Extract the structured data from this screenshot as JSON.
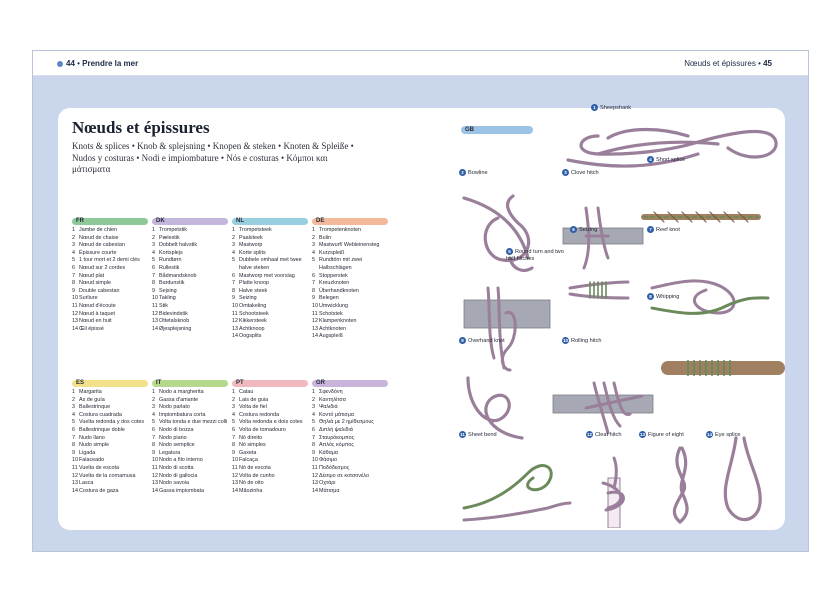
{
  "header": {
    "left_page_number": "44",
    "left_section": "Prendre la mer",
    "right_section": "Nœuds et épissures",
    "right_page_number": "45"
  },
  "title": "Nœuds et épissures",
  "subtitle": "Knots & splices • Knob & splejsning • Knopen & steken • Knoten & Spleiße • Nudos y costuras • Nodi e impiombature • Nós e costuras • Κόμποι και μάτισματα",
  "languages": [
    {
      "code": "FR",
      "color": "#8fc99a",
      "entries": [
        {
          "n": "1",
          "t": "Jambe de chien"
        },
        {
          "n": "2",
          "t": "Nœud de chaise"
        },
        {
          "n": "3",
          "t": "Nœud de cabestan"
        },
        {
          "n": "4",
          "t": "Épissure courte"
        },
        {
          "n": "5",
          "t": "1 tour mort et 2 demi clés"
        },
        {
          "n": "6",
          "t": "Nœud sur 2 cordes"
        },
        {
          "n": "7",
          "t": "Nœud plat"
        },
        {
          "n": "8",
          "t": "Nœud simple"
        },
        {
          "n": "9",
          "t": "Double cabestan"
        },
        {
          "n": "10",
          "t": "Surliure"
        },
        {
          "n": "11",
          "t": "Nœud d'écoute"
        },
        {
          "n": "12",
          "t": "Nœud à taquet"
        },
        {
          "n": "13",
          "t": "Nœud en huit"
        },
        {
          "n": "14",
          "t": "Œil épissé"
        }
      ]
    },
    {
      "code": "DK",
      "color": "#c2b6dc",
      "entries": [
        {
          "n": "1",
          "t": "Trompetstik"
        },
        {
          "n": "2",
          "t": "Pælestik"
        },
        {
          "n": "3",
          "t": "Dobbelt halvstik"
        },
        {
          "n": "4",
          "t": "Kortsplejs"
        },
        {
          "n": "5",
          "t": "Rundtørn"
        },
        {
          "n": "6",
          "t": "Rullestik"
        },
        {
          "n": "7",
          "t": "Bådmandsknob"
        },
        {
          "n": "8",
          "t": "Bardunstik"
        },
        {
          "n": "9",
          "t": "Sejsing"
        },
        {
          "n": "10",
          "t": "Takling"
        },
        {
          "n": "11",
          "t": "Stik"
        },
        {
          "n": "12",
          "t": "Bidevindstik"
        },
        {
          "n": "13",
          "t": "Ottetalsknob"
        },
        {
          "n": "14",
          "t": "Øjesplejsning"
        }
      ]
    },
    {
      "code": "NL",
      "color": "#98cfe0",
      "entries": [
        {
          "n": "1",
          "t": "Trompetsteek"
        },
        {
          "n": "2",
          "t": "Paalsteek"
        },
        {
          "n": "3",
          "t": "Mastworp"
        },
        {
          "n": "4",
          "t": "Korte splits"
        },
        {
          "n": "5",
          "t": "Dubbele omhaal met twee halve steken"
        },
        {
          "n": "6",
          "t": "Mastworp met voorslag"
        },
        {
          "n": "7",
          "t": "Platte knoop"
        },
        {
          "n": "8",
          "t": "Halve steek"
        },
        {
          "n": "9",
          "t": "Seizing"
        },
        {
          "n": "10",
          "t": "Omtakeling"
        },
        {
          "n": "11",
          "t": "Schootsteek"
        },
        {
          "n": "12",
          "t": "Kikkersteek"
        },
        {
          "n": "13",
          "t": "Achtknoop"
        },
        {
          "n": "14",
          "t": "Oogsplits"
        }
      ]
    },
    {
      "code": "DE",
      "color": "#f2b99a",
      "entries": [
        {
          "n": "1",
          "t": "Trompetenknoten"
        },
        {
          "n": "2",
          "t": "Bulin"
        },
        {
          "n": "3",
          "t": "Mastwurf/ Webleinensteg"
        },
        {
          "n": "4",
          "t": "Kurzspleiß"
        },
        {
          "n": "5",
          "t": "Rundtörn mit zwei Halbschlägen"
        },
        {
          "n": "6",
          "t": "Stopperstek"
        },
        {
          "n": "7",
          "t": "Kreuzknoten"
        },
        {
          "n": "8",
          "t": "Überhandknoten"
        },
        {
          "n": "9",
          "t": "Belegen"
        },
        {
          "n": "10",
          "t": "Umwicklung"
        },
        {
          "n": "11",
          "t": "Schotstek"
        },
        {
          "n": "12",
          "t": "Klampenknoten"
        },
        {
          "n": "13",
          "t": "Achtknoten"
        },
        {
          "n": "14",
          "t": "Augspleiß"
        }
      ]
    },
    {
      "code": "ES",
      "color": "#f3e08a",
      "entries": [
        {
          "n": "1",
          "t": "Margarita"
        },
        {
          "n": "2",
          "t": "As de guía"
        },
        {
          "n": "3",
          "t": "Ballestrinque"
        },
        {
          "n": "4",
          "t": "Costura cuadrada"
        },
        {
          "n": "5",
          "t": "Vuelta redonda y dos cotes"
        },
        {
          "n": "6",
          "t": "Ballestrinque doble"
        },
        {
          "n": "7",
          "t": "Nudo llano"
        },
        {
          "n": "8",
          "t": "Nudo simple"
        },
        {
          "n": "9",
          "t": "Ligada"
        },
        {
          "n": "10",
          "t": "Falaceado"
        },
        {
          "n": "11",
          "t": "Vuelta de escota"
        },
        {
          "n": "12",
          "t": "Vuelta de la cornamusa"
        },
        {
          "n": "13",
          "t": "Lasca"
        },
        {
          "n": "14",
          "t": "Costura de gaza"
        }
      ]
    },
    {
      "code": "IT",
      "color": "#b4d98c",
      "entries": [
        {
          "n": "1",
          "t": "Nodo a margherita"
        },
        {
          "n": "2",
          "t": "Gassa d'amante"
        },
        {
          "n": "3",
          "t": "Nodo parlato"
        },
        {
          "n": "4",
          "t": "Impiombatura corta"
        },
        {
          "n": "5",
          "t": "Volta tonda e due mezzi colli"
        },
        {
          "n": "6",
          "t": "Nodo di bozza"
        },
        {
          "n": "7",
          "t": "Nodo piano"
        },
        {
          "n": "8",
          "t": "Nodo semplice"
        },
        {
          "n": "9",
          "t": "Legatura"
        },
        {
          "n": "10",
          "t": "Nodo a filo interno"
        },
        {
          "n": "11",
          "t": "Nodo di scotta"
        },
        {
          "n": "12",
          "t": "Nodo di gallocia"
        },
        {
          "n": "13",
          "t": "Nodo savoia"
        },
        {
          "n": "14",
          "t": "Gassa impiombata"
        }
      ]
    },
    {
      "code": "PT",
      "color": "#f2b8c0",
      "entries": [
        {
          "n": "1",
          "t": "Catau"
        },
        {
          "n": "2",
          "t": "Lais de guia"
        },
        {
          "n": "3",
          "t": "Volta de fiel"
        },
        {
          "n": "4",
          "t": "Costura redonda"
        },
        {
          "n": "5",
          "t": "Volta redonda e dois cotes"
        },
        {
          "n": "6",
          "t": "Volta de tomadouro"
        },
        {
          "n": "7",
          "t": "Nó direito"
        },
        {
          "n": "8",
          "t": "Nó simples"
        },
        {
          "n": "9",
          "t": "Gaxeta"
        },
        {
          "n": "10",
          "t": "Falcaça"
        },
        {
          "n": "11",
          "t": "Nó de escota"
        },
        {
          "n": "12",
          "t": "Volta de cunho"
        },
        {
          "n": "13",
          "t": "Nó de oito"
        },
        {
          "n": "14",
          "t": "Mãozinha"
        }
      ]
    },
    {
      "code": "GR",
      "color": "#c9b4dc",
      "entries": [
        {
          "n": "1",
          "t": "Σφενδόνη"
        },
        {
          "n": "2",
          "t": "Καντηλίτσα"
        },
        {
          "n": "3",
          "t": "Ψαλιδιά"
        },
        {
          "n": "4",
          "t": "Κοντό μάτισμα"
        },
        {
          "n": "5",
          "t": "Θηλιά με 2 ημίθεσμους"
        },
        {
          "n": "6",
          "t": "Διπλή ψαλιδιά"
        },
        {
          "n": "7",
          "t": "Σταυρόκομπος"
        },
        {
          "n": "8",
          "t": "Απλός κόμπος"
        },
        {
          "n": "9",
          "t": "Κάθαμα"
        },
        {
          "n": "10",
          "t": "Φάσιμο"
        },
        {
          "n": "11",
          "t": "Ποδόδεσμος"
        },
        {
          "n": "12",
          "t": "Δέσιμο σε κοτσονέλο"
        },
        {
          "n": "13",
          "t": "Οχτάρι"
        },
        {
          "n": "14",
          "t": "Μάτισμα"
        }
      ]
    }
  ],
  "gb": {
    "code": "GB",
    "knots": [
      {
        "n": "1",
        "label": "Sheepshank"
      },
      {
        "n": "2",
        "label": "Bowline"
      },
      {
        "n": "3",
        "label": "Clove hitch"
      },
      {
        "n": "4",
        "label": "Short splice"
      },
      {
        "n": "5",
        "label": "Round turn and two half hitches"
      },
      {
        "n": "6",
        "label": "Seizing"
      },
      {
        "n": "7",
        "label": "Reef knot"
      },
      {
        "n": "8",
        "label": "Whipping"
      },
      {
        "n": "9",
        "label": "Overhand knot"
      },
      {
        "n": "10",
        "label": "Rolling hitch"
      },
      {
        "n": "11",
        "label": "Sheet bend"
      },
      {
        "n": "12",
        "label": "Cleat hitch"
      },
      {
        "n": "13",
        "label": "Figure of eight"
      },
      {
        "n": "14",
        "label": "Eye splice"
      }
    ]
  },
  "colors": {
    "rope_purple": "#9a7f9a",
    "rope_green": "#6a8a5a",
    "rope_tan": "#a08060",
    "spar": "#a6a8b4",
    "label_dot": "#2f5fa8",
    "page_bg": "#c9d6ec"
  }
}
